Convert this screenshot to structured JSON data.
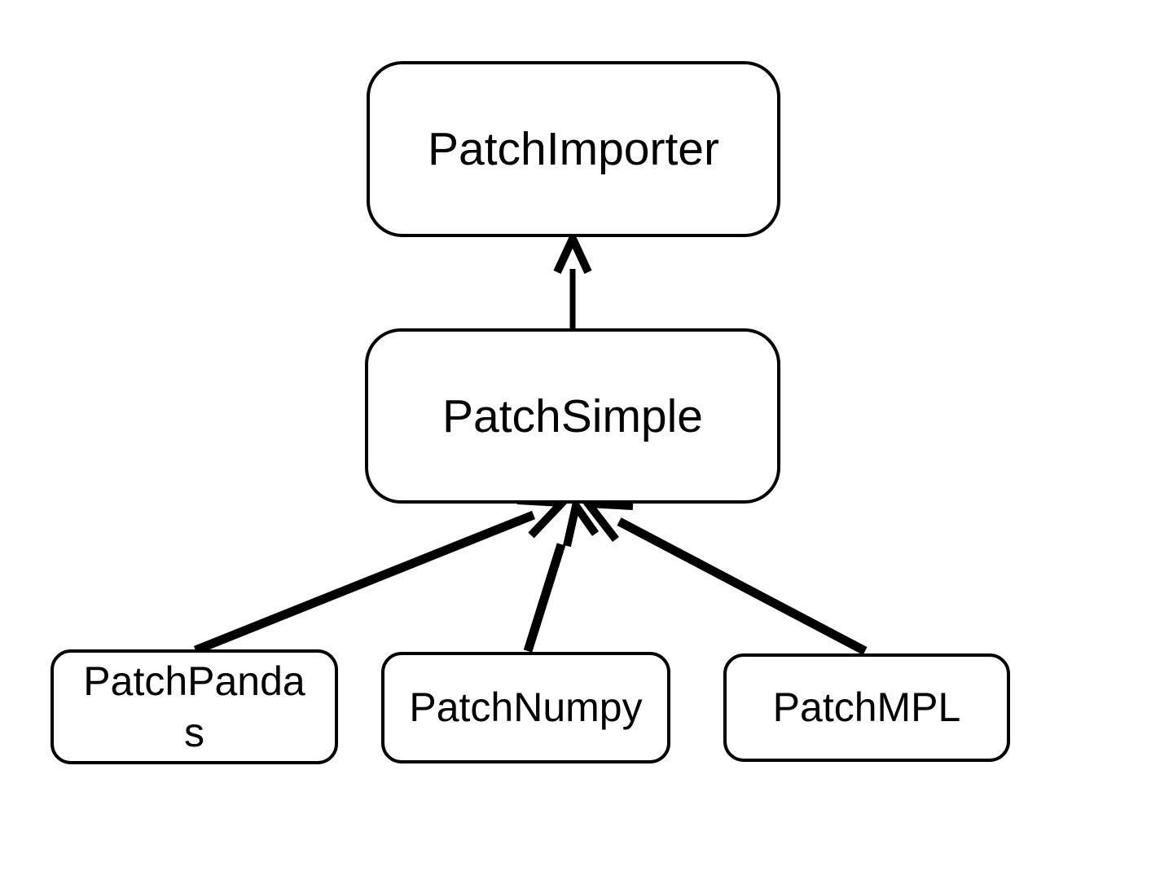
{
  "diagram": {
    "type": "class-inheritance-diagram",
    "nodes": [
      {
        "id": "patch-importer",
        "label": "PatchImporter"
      },
      {
        "id": "patch-simple",
        "label": "PatchSimple"
      },
      {
        "id": "patch-pandas",
        "label": "PatchPandas"
      },
      {
        "id": "patch-numpy",
        "label": "PatchNumpy"
      },
      {
        "id": "patch-mpl",
        "label": "PatchMPL"
      }
    ],
    "edges": [
      {
        "from": "PatchSimple",
        "to": "PatchImporter",
        "arrow": "open-v"
      },
      {
        "from": "PatchPandas",
        "to": "PatchSimple",
        "arrow": "open-v"
      },
      {
        "from": "PatchNumpy",
        "to": "PatchSimple",
        "arrow": "open-v"
      },
      {
        "from": "PatchMPL",
        "to": "PatchSimple",
        "arrow": "open-v"
      }
    ],
    "colors": {
      "stroke": "#000000",
      "fill": "#ffffff",
      "text": "#000000",
      "background": "#ffffff"
    }
  }
}
